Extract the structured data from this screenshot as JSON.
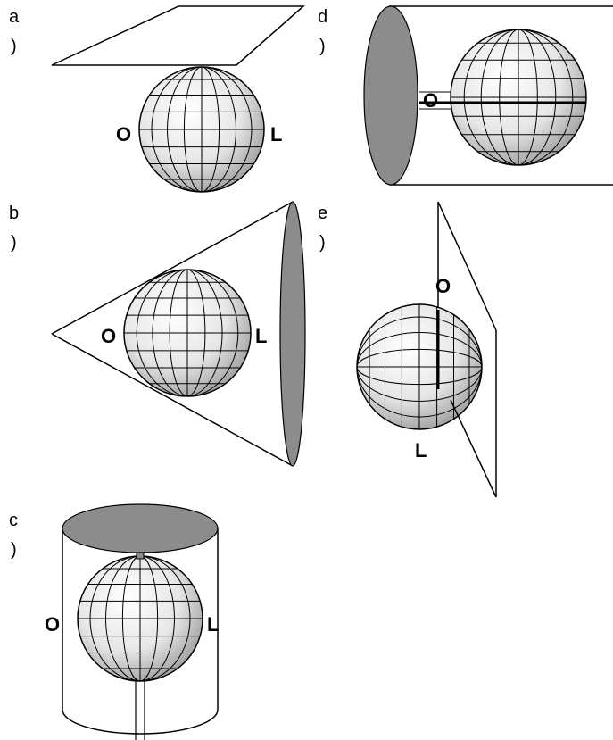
{
  "panels": [
    {
      "id": "a",
      "letter": "a",
      "paren": ")",
      "o": "O",
      "l": "L"
    },
    {
      "id": "b",
      "letter": "b",
      "paren": ")",
      "o": "O",
      "l": "L"
    },
    {
      "id": "c",
      "letter": "c",
      "paren": ")",
      "o": "O",
      "l": "L"
    },
    {
      "id": "d",
      "letter": "d",
      "paren": ")",
      "o": "O"
    },
    {
      "id": "e",
      "letter": "e",
      "paren": ")",
      "o": "O",
      "l": "L"
    }
  ],
  "colors": {
    "surface": "#8c8c8c",
    "line": "#000000",
    "globe_light": "#ffffff",
    "globe_dark": "#9a9a9a"
  }
}
